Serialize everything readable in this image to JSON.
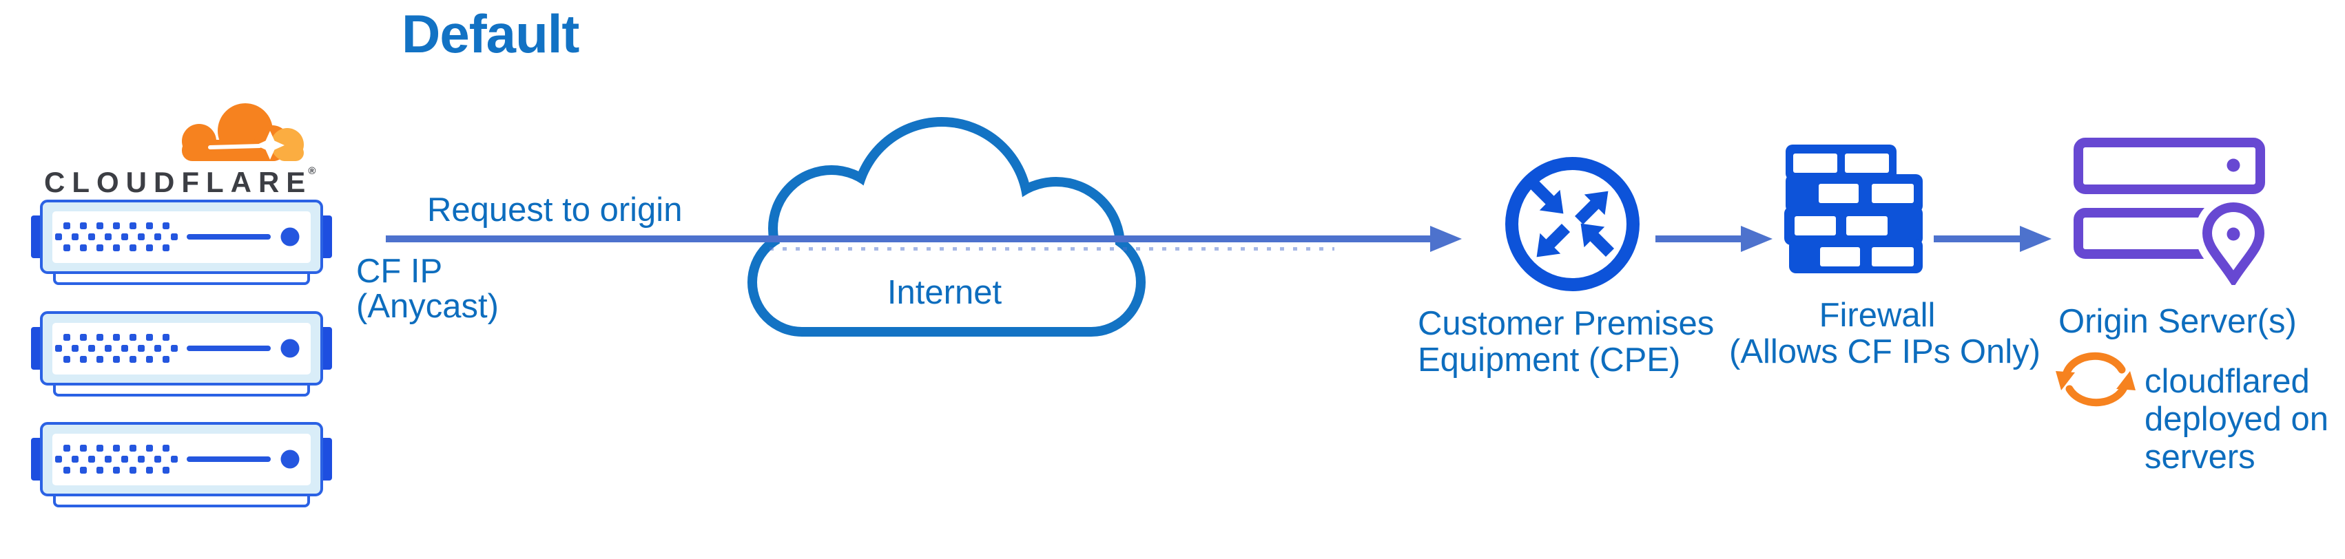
{
  "diagram": {
    "title": "Default",
    "brand": {
      "wordmark": "CLOUDFLARE",
      "registered_mark": "®"
    },
    "labels": {
      "request_to_origin": "Request to origin",
      "cf_ip": [
        "CF IP",
        "(Anycast)"
      ],
      "internet": "Internet",
      "cpe": [
        "Customer Premises",
        "Equipment (CPE)"
      ],
      "firewall": [
        "Firewall",
        "(Allows CF IPs Only)"
      ],
      "origin_servers": "Origin Server(s)",
      "cloudflared": [
        "cloudflared",
        "deployed on",
        "servers"
      ]
    },
    "icons": [
      "cloudflare-logo-icon",
      "edge-server-icon",
      "internet-cloud-icon",
      "cpe-router-icon",
      "firewall-icon",
      "origin-servers-icon",
      "sync-arrows-icon",
      "flow-arrow-icon"
    ],
    "colors": {
      "title_blue": "#1272c4",
      "label_blue": "#0d6dbe",
      "connector_blue": "#4d72cd",
      "icon_blue": "#0d53d9",
      "cloud_stroke_blue": "#1373c4",
      "server_outline_blue": "#2b62e4",
      "server_fill_light": "#d9edf8",
      "server_detail_blue": "#2456df",
      "origin_purple": "#6748d2",
      "cloudflare_orange": "#f6821f",
      "cloudflare_orange_light": "#fbad41",
      "wordmark_dark": "#3c3e44"
    }
  }
}
